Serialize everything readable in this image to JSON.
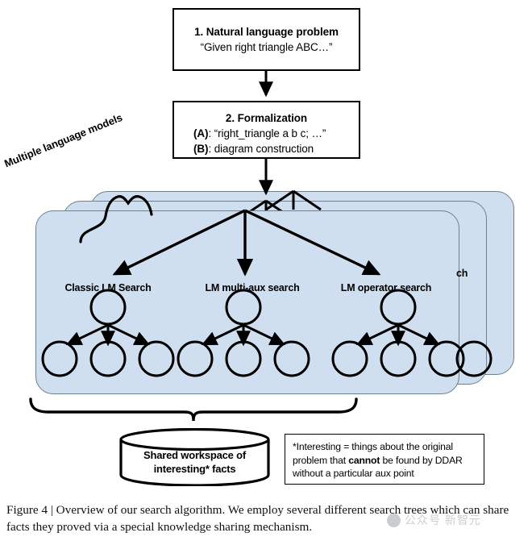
{
  "figure": {
    "caption": "Figure 4 | Overview of our search algorithm. We employ several different search trees which can share facts they proved via a special knowledge sharing mechanism."
  },
  "steps": {
    "natural_language": {
      "title": "1. Natural language problem",
      "example": "“Given right triangle ABC…”"
    },
    "formalization": {
      "title": "2. Formalization",
      "line_a_label": "(A)",
      "line_a_text": ": “right_triangle a b c; …”",
      "line_b_label": "(B)",
      "line_b_text": ": diagram construction"
    }
  },
  "annotations": {
    "multiple_language_models": "Multiple language models",
    "hidden_back_panel_label": "ch"
  },
  "search_trees": [
    {
      "label": "Classic LM Search",
      "root_nodes": 1,
      "child_nodes": 3
    },
    {
      "label": "LM multi-aux search",
      "root_nodes": 1,
      "child_nodes": 3
    },
    {
      "label": "LM operator search",
      "root_nodes": 1,
      "child_nodes": 3
    }
  ],
  "shared_workspace": {
    "line1": "Shared workspace of",
    "line2": "interesting* facts"
  },
  "footnote": {
    "part1": "*Interesting = things about the original problem that ",
    "emphasis": "cannot",
    "part2": " be found by DDAR without a particular aux point"
  },
  "watermark": {
    "text": "公众号 新智元"
  },
  "colors": {
    "panel_fill": "#cfdfef",
    "panel_stroke": "#6f7f8e",
    "ink": "#000000",
    "page_background": "#ffffff"
  }
}
